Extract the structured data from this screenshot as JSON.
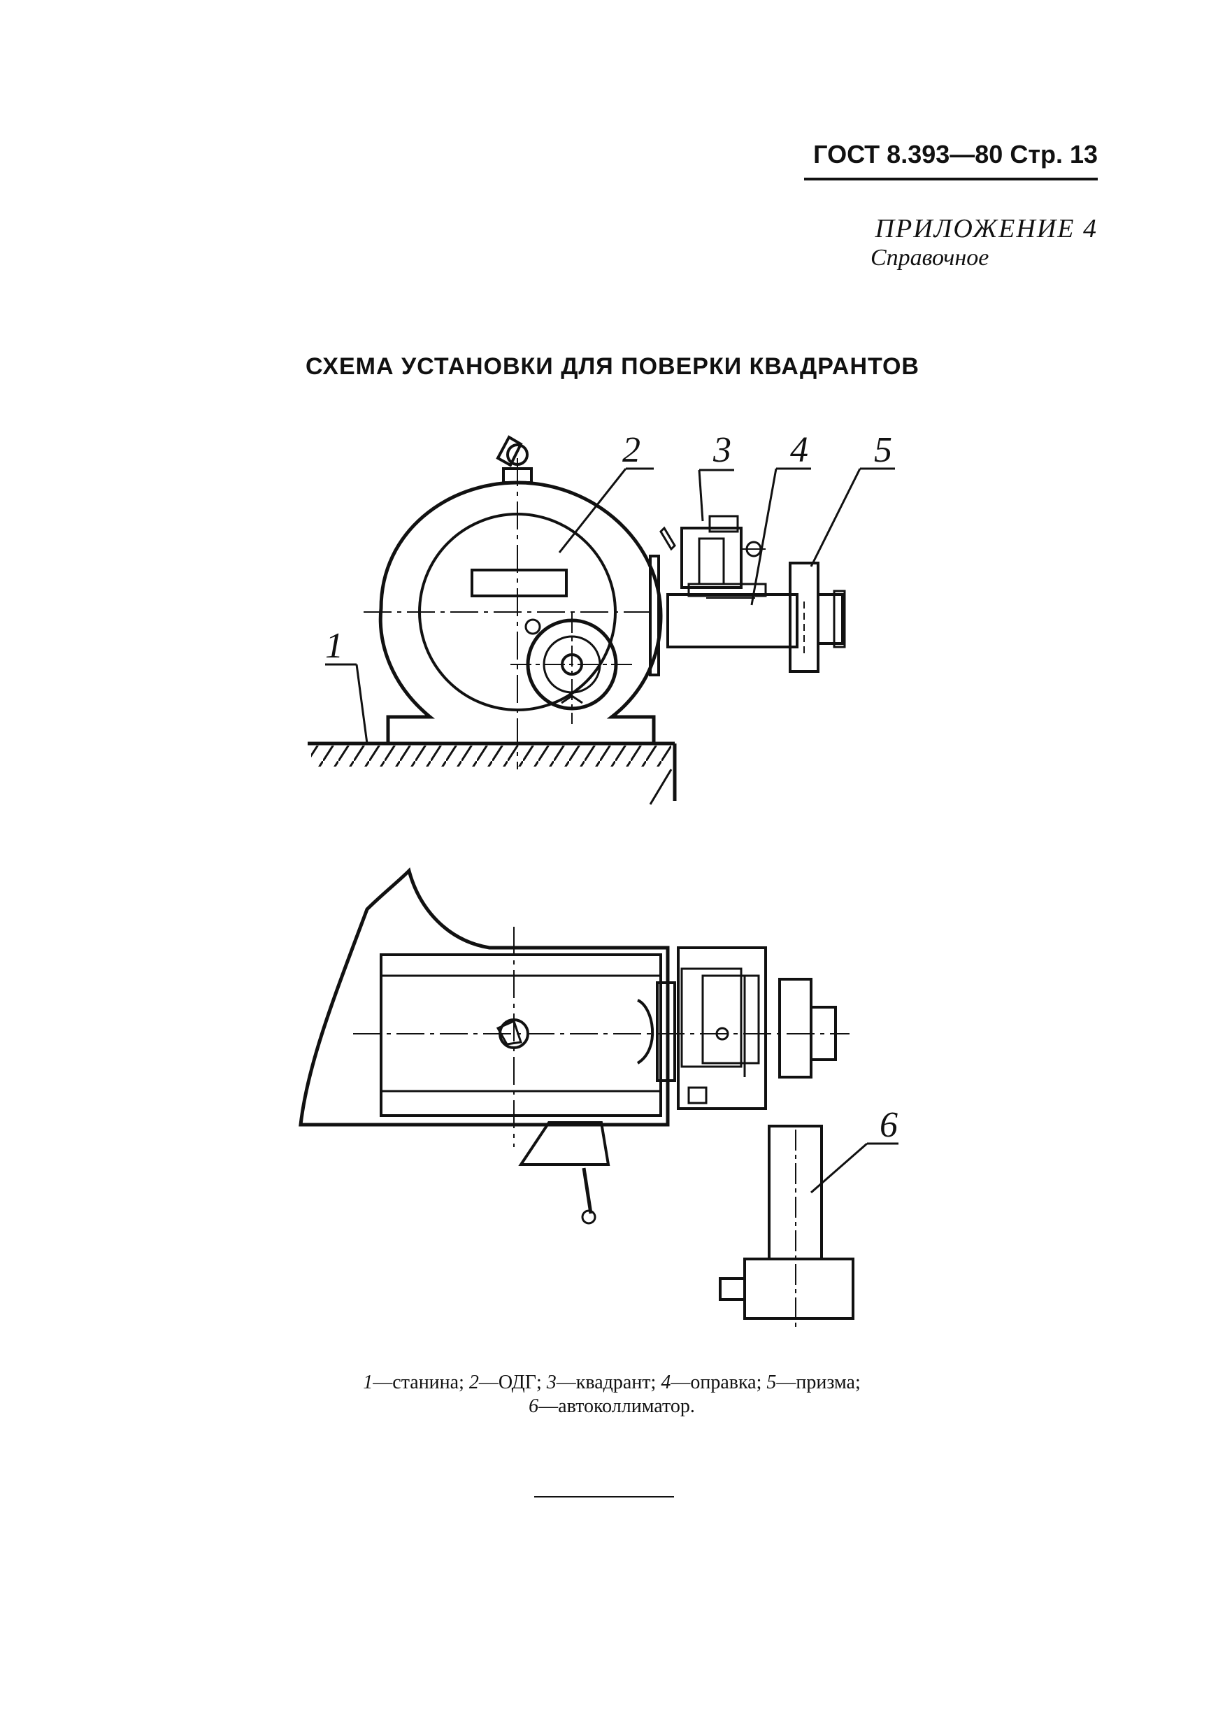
{
  "header": {
    "standard": "ГОСТ 8.393—80",
    "page_label": "Стр. 13"
  },
  "appendix": {
    "title": "ПРИЛОЖЕНИЕ 4",
    "subtitle": "Справочное"
  },
  "figure": {
    "title": "СХЕМА УСТАНОВКИ ДЛЯ ПОВЕРКИ КВАДРАНТОВ",
    "callouts": [
      "1",
      "2",
      "3",
      "4",
      "5",
      "6"
    ]
  },
  "caption": {
    "items": [
      {
        "num": "1",
        "text": "—станина;"
      },
      {
        "num": "2",
        "text": "—ОДГ;"
      },
      {
        "num": "3",
        "text": "—квадрант;"
      },
      {
        "num": "4",
        "text": "—оправка;"
      },
      {
        "num": "5",
        "text": "—призма;"
      },
      {
        "num": "6",
        "text": "—автоколлиматор."
      }
    ]
  }
}
